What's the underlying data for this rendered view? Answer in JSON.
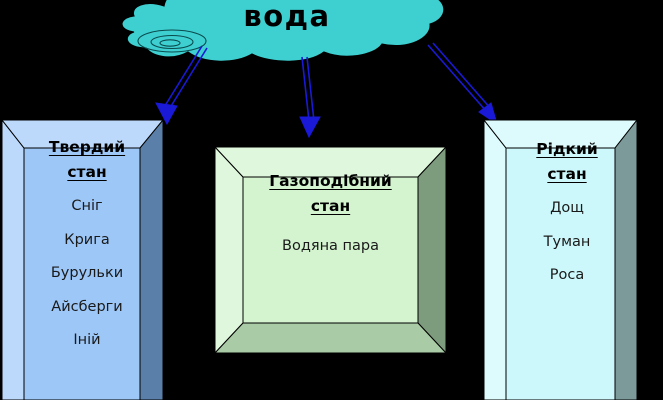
{
  "diagram": {
    "title": "вода",
    "cloud": {
      "label": "вода",
      "fill_color": "#3ecfd1",
      "outline_color": "#000000",
      "swirl_label": "cloud-swirl"
    },
    "arrow_color": "#1a19d6",
    "arrows": [
      {
        "name": "arrow-to-solid",
        "from": "cloud",
        "to": "Твердий стан",
        "direction": "down-left"
      },
      {
        "name": "arrow-to-gas",
        "from": "cloud",
        "to": "Газоподібний стан",
        "direction": "down"
      },
      {
        "name": "arrow-to-liquid",
        "from": "cloud",
        "to": "Рідкий стан",
        "direction": "down-right"
      }
    ],
    "boxes": [
      {
        "id": "solid",
        "heading_line1": "Твердий",
        "heading_line2": "стан",
        "items": [
          "Сніг",
          "Крига",
          "Бурульки",
          "Айсберги",
          "Іній"
        ],
        "face_color": "#9dc7f7",
        "bevel_light_color": "#bcd9fb",
        "bevel_dark_color": "#5a7fa8",
        "outline_color": "#000000"
      },
      {
        "id": "gas",
        "heading_line1": "Газоподібний",
        "heading_line2": "стан",
        "items": [
          "Водяна  пара"
        ],
        "face_color": "#d3f4cf",
        "bevel_light_color": "#dff7dc",
        "bevel_mid_color": "#a9cba6",
        "bevel_dark_color": "#7d9b7d",
        "outline_color": "#000000"
      },
      {
        "id": "liquid",
        "heading_line1": "Рідкий",
        "heading_line2": "стан",
        "items": [
          "Дощ",
          "Туман",
          "Роса"
        ],
        "face_color": "#cdf8fb",
        "bevel_light_color": "#ddfbfd",
        "bevel_dark_color": "#7d9a9a",
        "outline_color": "#000000"
      }
    ]
  }
}
